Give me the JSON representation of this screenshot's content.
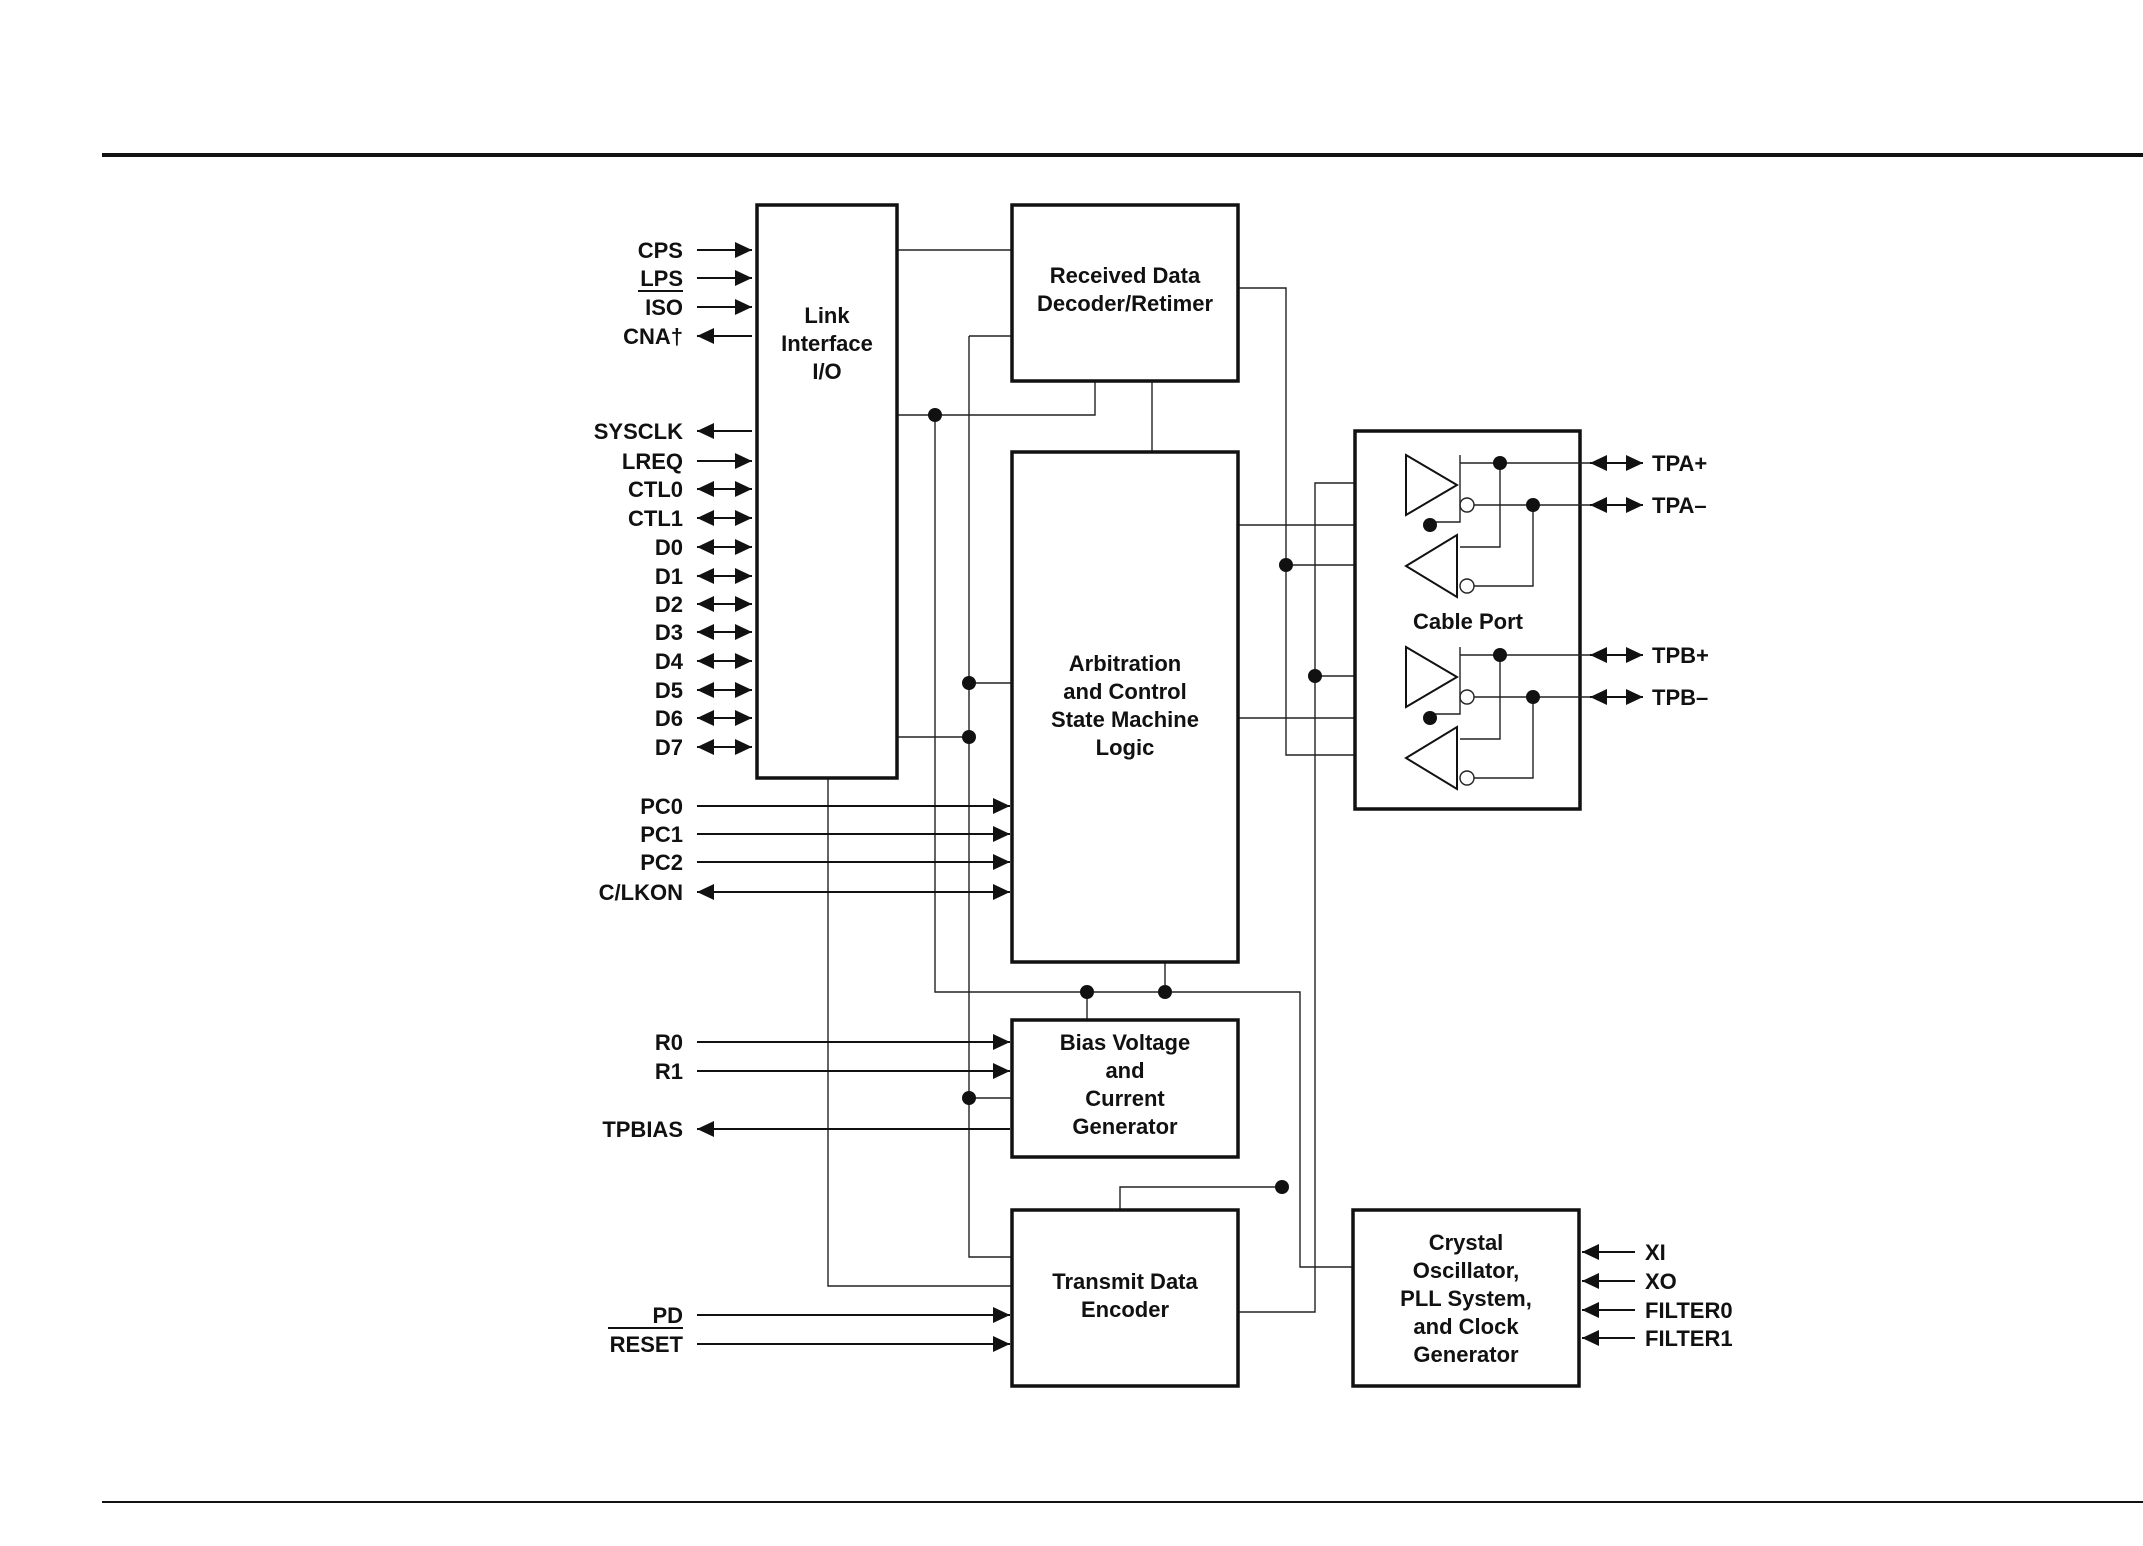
{
  "blocks": {
    "link": [
      "Link",
      "Interface",
      "I/O"
    ],
    "rx": [
      "Received Data",
      "Decoder/Retimer"
    ],
    "arb": [
      "Arbitration",
      "and Control",
      "State Machine",
      "Logic"
    ],
    "bias": [
      "Bias Voltage",
      "and",
      "Current",
      "Generator"
    ],
    "tx": [
      "Transmit Data",
      "Encoder"
    ],
    "osc": [
      "Crystal",
      "Oscillator,",
      "PLL System,",
      "and Clock",
      "Generator"
    ],
    "cable": "Cable Port"
  },
  "link_pins": [
    {
      "label": "CPS",
      "dir": "in"
    },
    {
      "label": "LPS",
      "dir": "in"
    },
    {
      "label": "ISO",
      "dir": "in",
      "overbar": true
    },
    {
      "label": "CNA†",
      "dir": "out"
    },
    {
      "label": "SYSCLK",
      "dir": "out"
    },
    {
      "label": "LREQ",
      "dir": "in"
    },
    {
      "label": "CTL0",
      "dir": "bi"
    },
    {
      "label": "CTL1",
      "dir": "bi"
    },
    {
      "label": "D0",
      "dir": "bi"
    },
    {
      "label": "D1",
      "dir": "bi"
    },
    {
      "label": "D2",
      "dir": "bi"
    },
    {
      "label": "D3",
      "dir": "bi"
    },
    {
      "label": "D4",
      "dir": "bi"
    },
    {
      "label": "D5",
      "dir": "bi"
    },
    {
      "label": "D6",
      "dir": "bi"
    },
    {
      "label": "D7",
      "dir": "bi"
    }
  ],
  "arb_pins": [
    {
      "label": "PC0",
      "dir": "in"
    },
    {
      "label": "PC1",
      "dir": "in"
    },
    {
      "label": "PC2",
      "dir": "in"
    },
    {
      "label": "C/LKON",
      "dir": "bi"
    }
  ],
  "bias_pins": [
    {
      "label": "R0",
      "dir": "in"
    },
    {
      "label": "R1",
      "dir": "in"
    },
    {
      "label": "TPBIAS",
      "dir": "out"
    }
  ],
  "tx_pins": [
    {
      "label": "PD",
      "dir": "in"
    },
    {
      "label": "RESET",
      "dir": "in",
      "overbar": true
    }
  ],
  "cable_pins": [
    {
      "label": "TPA+",
      "dir": "bi"
    },
    {
      "label": "TPA–",
      "dir": "bi"
    },
    {
      "label": "TPB+",
      "dir": "bi"
    },
    {
      "label": "TPB–",
      "dir": "bi"
    }
  ],
  "osc_pins": [
    {
      "label": "XI",
      "dir": "in"
    },
    {
      "label": "XO",
      "dir": "in"
    },
    {
      "label": "FILTER0",
      "dir": "in"
    },
    {
      "label": "FILTER1",
      "dir": "in"
    }
  ]
}
